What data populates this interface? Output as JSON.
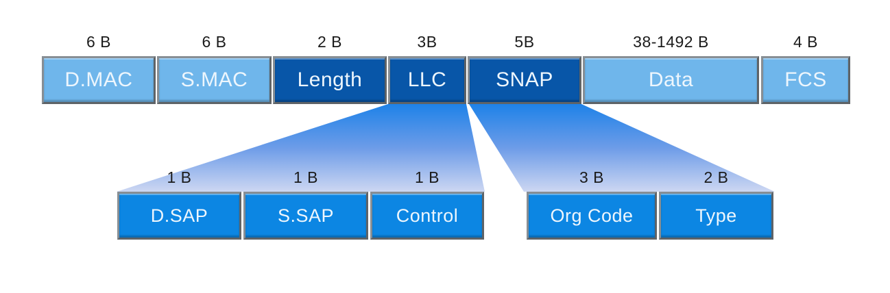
{
  "colors": {
    "light_blue": "#6fb6eb",
    "dark_blue": "#0856a8",
    "medium_blue": "#0c86e3",
    "funnel_top": "#1e82e8",
    "funnel_mid": "#6d9ce8",
    "funnel_bottom": "#cdd7f2",
    "border_gray": "#6f767d",
    "size_text": "#1b1b1b",
    "box_text": "#edf6fd"
  },
  "frame_fields": [
    {
      "size": "6 B",
      "label": "D.MAC"
    },
    {
      "size": "6 B",
      "label": "S.MAC"
    },
    {
      "size": "2 B",
      "label": "Length"
    },
    {
      "size": "3B",
      "label": "LLC"
    },
    {
      "size": "5B",
      "label": "SNAP"
    },
    {
      "size": "38-1492 B",
      "label": "Data"
    },
    {
      "size": "4 B",
      "label": "FCS"
    }
  ],
  "llc_fields": [
    {
      "size": "1 B",
      "label": "D.SAP"
    },
    {
      "size": "1 B",
      "label": "S.SAP"
    },
    {
      "size": "1 B",
      "label": "Control"
    }
  ],
  "snap_fields": [
    {
      "size": "3 B",
      "label": "Org Code"
    },
    {
      "size": "2 B",
      "label": "Type"
    }
  ]
}
